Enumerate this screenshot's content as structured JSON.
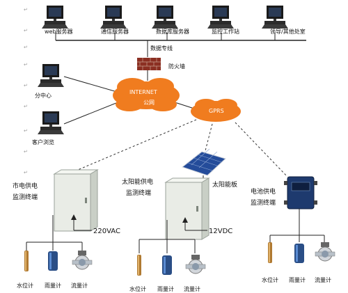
{
  "servers": {
    "web": "web服务器",
    "comm": "通信服务器",
    "db": "数据库服务器",
    "monitor": "监控工作站",
    "leader": "领导/其他处室"
  },
  "network": {
    "bus_label": "数据专线",
    "firewall": "防火墙",
    "internet": "INTERNET",
    "internet_sub": "公网",
    "gprs": "GPRS"
  },
  "clients": {
    "branch": "分中心",
    "browse": "客户浏览"
  },
  "stations": {
    "mains": {
      "line1": "市电供电",
      "line2": "监测终端",
      "voltage": "220VAC"
    },
    "solar": {
      "line1": "太阳能供电",
      "line2": "监测终端",
      "voltage": "12VDC",
      "panel": "太阳能板"
    },
    "battery": {
      "line1": "电池供电",
      "line2": "监测终端"
    }
  },
  "sensors": {
    "water_level": "水位计",
    "rain_gauge": "雨量计",
    "flow_meter": "流量计"
  },
  "colors": {
    "cloud": "#f07c1f",
    "firewall": "#8b2f22",
    "monitor_frame": "#1a1a1a",
    "screen": "#2a3a55",
    "cabinet": "#e9ece6",
    "battery_box": "#1e3a6e",
    "solar_panel": "#244c9a",
    "gauge_body": "#2a4e86"
  }
}
